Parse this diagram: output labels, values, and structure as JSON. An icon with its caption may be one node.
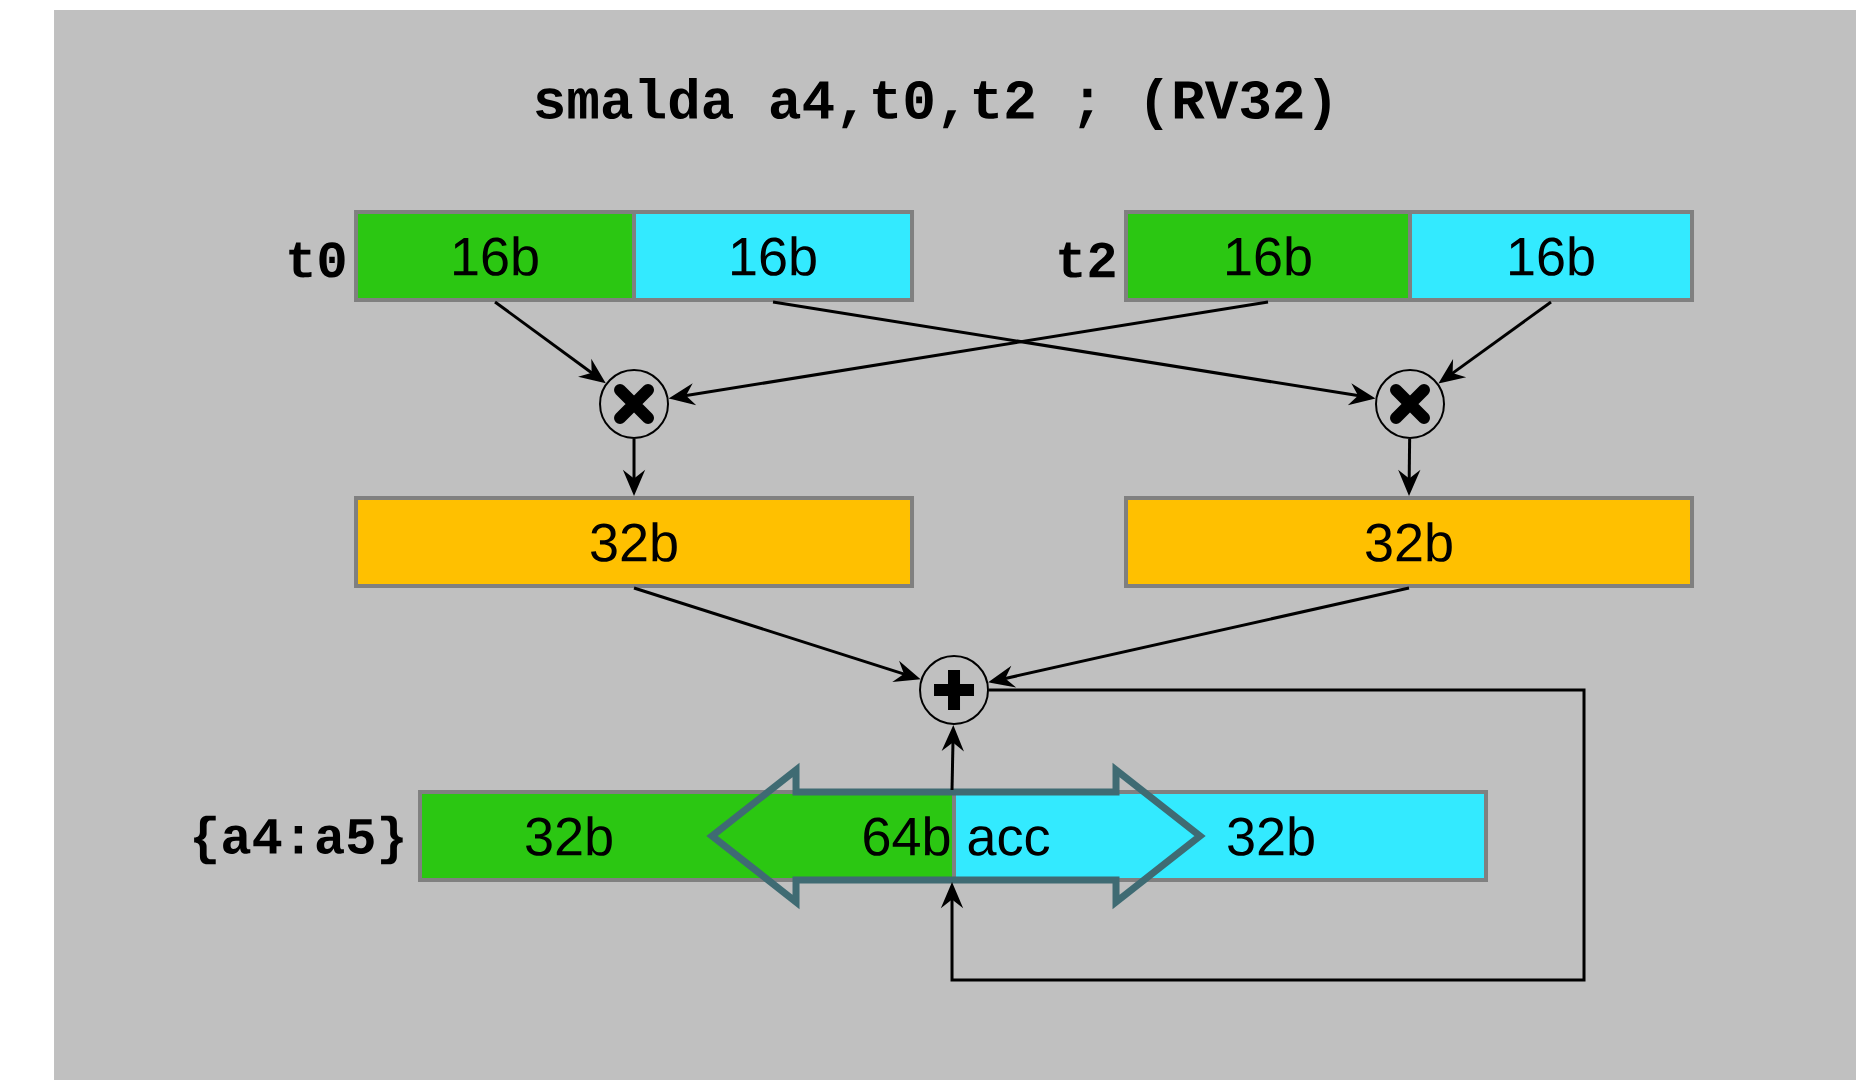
{
  "diagram": {
    "title": "smalda a4,t0,t2 ; (RV32)",
    "nodes": [
      {
        "text": [
          "16b"
        ],
        "beside": [
          "t0"
        ]
      },
      {
        "text": [
          "16b"
        ]
      },
      {
        "text": [
          "16b"
        ],
        "beside": [
          "t2"
        ]
      },
      {
        "text": [
          "16b"
        ]
      },
      {
        "text": [],
        "shape": "circle"
      },
      {
        "text": [],
        "shape": "circle"
      },
      {
        "text": [
          "32b"
        ]
      },
      {
        "text": [
          "32b"
        ]
      },
      {
        "text": [],
        "shape": "circle"
      },
      {
        "text": [
          "32b"
        ],
        "beside": [
          "{a4:a5}"
        ]
      },
      {
        "text": [
          "32b"
        ]
      }
    ],
    "edges": [
      {
        "from": 0,
        "to": 4,
        "arrow": "to"
      },
      {
        "from": 1,
        "to": 5,
        "arrow": "to"
      },
      {
        "from": 2,
        "to": 4,
        "arrow": "to"
      },
      {
        "from": 3,
        "to": 5,
        "arrow": "to"
      },
      {
        "from": 4,
        "to": 6,
        "arrow": "to"
      },
      {
        "from": 5,
        "to": 7,
        "arrow": "to"
      },
      {
        "from": 6,
        "to": 8,
        "arrow": "to"
      },
      {
        "from": 7,
        "to": 8,
        "arrow": "to"
      },
      {
        "from": 9,
        "to": 10,
        "arrow": "both",
        "label": "64b acc",
        "style": "thick",
        "color": "#3f6b73"
      },
      {
        "from": 10,
        "to": 8,
        "arrow": "to"
      },
      {
        "from": 8,
        "to": 10,
        "arrow": "to"
      }
    ]
  }
}
